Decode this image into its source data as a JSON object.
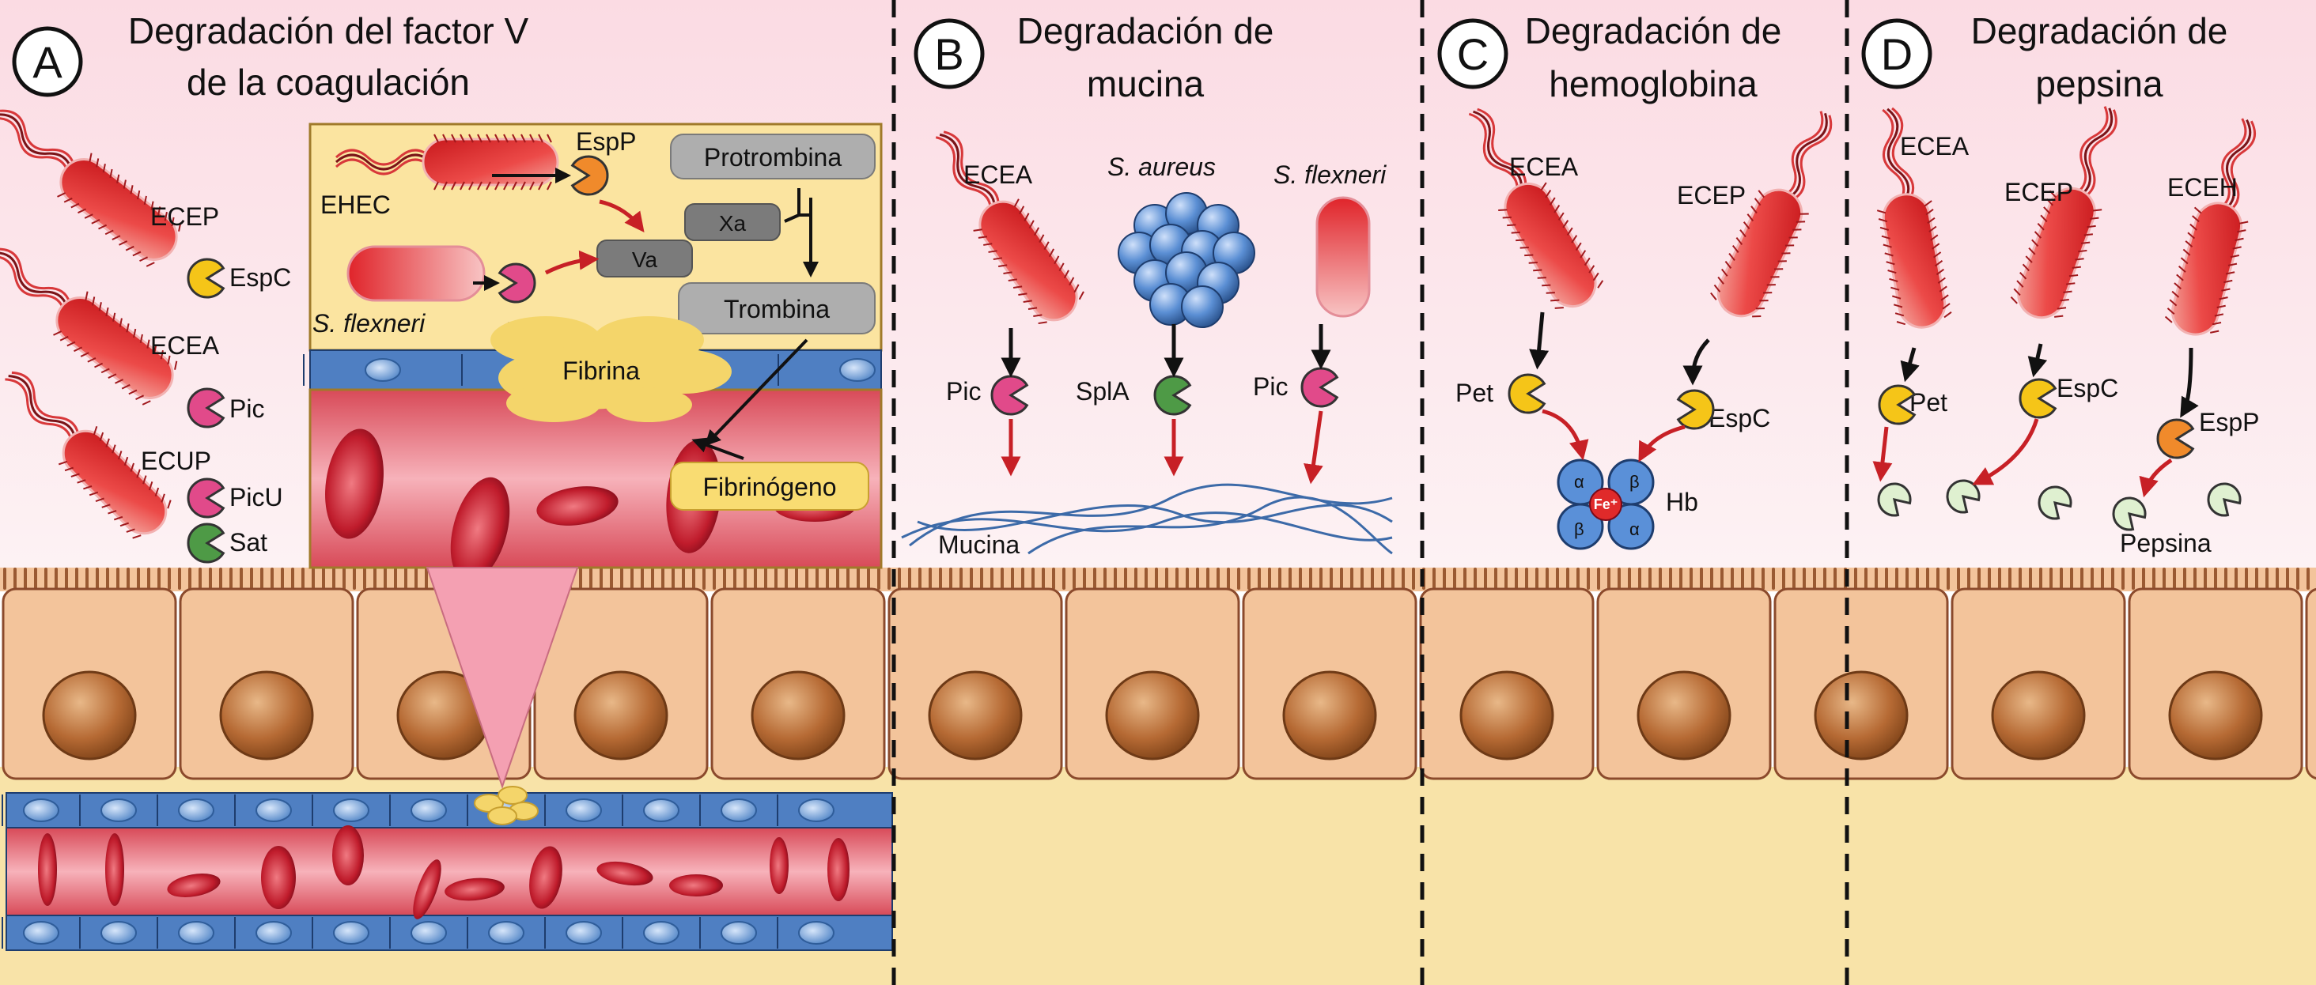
{
  "colors": {
    "background_top": "#fbe3ea",
    "epithelium": "#f3c49b",
    "cell_border": "#8b4a2c",
    "nucleus": "#b06a35",
    "lamina": "#f7e3a6",
    "vessel_wall": "#4f7fc2",
    "vessel_lumen": "#e2626f",
    "bacteria": "#e2342f",
    "box_bg": "#fbe4a0",
    "factor_gray": "#7b7b7b",
    "fibrin": "#f4d56a",
    "protease_yellow": "#f5c518",
    "protease_pink": "#e14a8a",
    "protease_green": "#4e9a46",
    "protease_orange": "#f08a2b",
    "pepsin": "#dff0d0",
    "mucin_lines": "#3c6aa8",
    "staph": "#5b8fd4",
    "hb_blue": "#5a90d8",
    "iron_red": "#e02a2a",
    "arrow_red": "#c72026",
    "arrow_black": "#111111"
  },
  "panels": {
    "A": {
      "letter": "A",
      "title_line1": "Degradación del factor V",
      "title_line2": "de la coagulación",
      "left_labels": {
        "ecep": "ECEP",
        "espc": "EspC",
        "ecea": "ECEA",
        "pic": "Pic",
        "ecup": "ECUP",
        "picu": "PicU",
        "sat": "Sat"
      },
      "box": {
        "ehec": "EHEC",
        "espp": "EspP",
        "protrombina": "Protrombina",
        "xa": "Xa",
        "va": "Va",
        "sflexneri": "S. flexneri",
        "pic": "Pic",
        "trombina": "Trombina",
        "fibrina": "Fibrina",
        "fibrinogeno": "Fibrinógeno"
      }
    },
    "B": {
      "letter": "B",
      "title_line1": "Degradación de",
      "title_line2": "mucina",
      "ecea": "ECEA",
      "saureus": "S. aureus",
      "sflexneri": "S. flexneri",
      "pic1": "Pic",
      "spla": "SplA",
      "pic2": "Pic",
      "mucina": "Mucina"
    },
    "C": {
      "letter": "C",
      "title_line1": "Degradación de",
      "title_line2": "hemoglobina",
      "ecea": "ECEA",
      "ecep": "ECEP",
      "pet": "Pet",
      "espc": "EspC",
      "hb": "Hb",
      "alpha": "α",
      "beta": "β",
      "fe": "Fe⁺"
    },
    "D": {
      "letter": "D",
      "title_line1": "Degradación de",
      "title_line2": "pepsina",
      "ecea": "ECEA",
      "ecep": "ECEP",
      "eceh": "ECEH",
      "pet": "Pet",
      "espc": "EspC",
      "espp": "EspP",
      "pepsina": "Pepsina"
    }
  }
}
